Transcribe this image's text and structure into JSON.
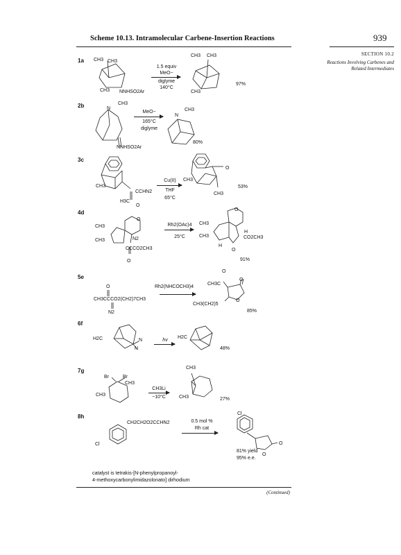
{
  "header": {
    "title": "Scheme 10.13. Intramolecular Carbene-Insertion Reactions",
    "page_number": "939"
  },
  "sidebar": {
    "section": "SECTION 10.2",
    "description": "Reactions Involving Carbenes and Related Intermediates"
  },
  "reactions": [
    {
      "num": "1a",
      "substrate_labels": [
        "CH3",
        "CH3",
        "CH3",
        "NNHSO2Ar"
      ],
      "conditions": [
        "1.5 equiv",
        "MeO−",
        "diglyme",
        "140°C"
      ],
      "product_labels": [
        "CH3",
        "CH3",
        "CH3"
      ],
      "yield": "97%"
    },
    {
      "num": "2b",
      "substrate_labels": [
        "N",
        "CH3",
        "NNHSO2Ar"
      ],
      "conditions": [
        "MeO−",
        "165°C",
        "diglyme"
      ],
      "product_labels": [
        "N",
        "CH3"
      ],
      "yield": "80%"
    },
    {
      "num": "3c",
      "substrate_labels": [
        "CH3",
        "CCHN2",
        "H3C",
        "O"
      ],
      "conditions": [
        "Cu(II)",
        "THF",
        "65°C"
      ],
      "product_labels": [
        "CH3",
        "O",
        "CH3"
      ],
      "yield": "53%"
    },
    {
      "num": "4d",
      "substrate_labels": [
        "O",
        "CH3",
        "CH3",
        "N2",
        "CCCO2CH3",
        "O"
      ],
      "conditions": [
        "Rh2(OAc)4",
        "25°C"
      ],
      "product_labels": [
        "O",
        "CH3",
        "CH3",
        "H",
        "H",
        "CO2CH3",
        "O"
      ],
      "yield": "91%"
    },
    {
      "num": "5e",
      "substrate_labels": [
        "O",
        "CH3CCCO2(CH2)7CH3",
        "N2"
      ],
      "conditions": [
        "Rh2(NHCOCH3)4"
      ],
      "product_labels": [
        "O",
        "CH3C",
        "O",
        "O",
        "CH3(CH2)5"
      ],
      "yield": "85%"
    },
    {
      "num": "6f",
      "substrate_labels": [
        "H2C",
        "N",
        "N"
      ],
      "conditions": [
        "hv"
      ],
      "product_labels": [
        "H2C"
      ],
      "yield": "48%"
    },
    {
      "num": "7g",
      "substrate_labels": [
        "Br",
        "Br",
        "CH3",
        "CH3"
      ],
      "conditions": [
        "CH3Li",
        "−10°C"
      ],
      "product_labels": [
        "CH3",
        "CH3"
      ],
      "yield": "27%"
    },
    {
      "num": "8h",
      "substrate_labels": [
        "CH2CH2O2CCHN2",
        "Cl"
      ],
      "conditions": [
        "0.5 mol %",
        "Rh cat"
      ],
      "product_labels": [
        "Cl",
        "O",
        "O"
      ],
      "yield": "81% yield",
      "ee": "95% e.e."
    }
  ],
  "catalyst_note": [
    "catalyst is tetrakis-[N-phenylpropanoyl-",
    "4-methoxycarbonylimidazolonato] dirhodium"
  ],
  "continued": "(Continued)"
}
